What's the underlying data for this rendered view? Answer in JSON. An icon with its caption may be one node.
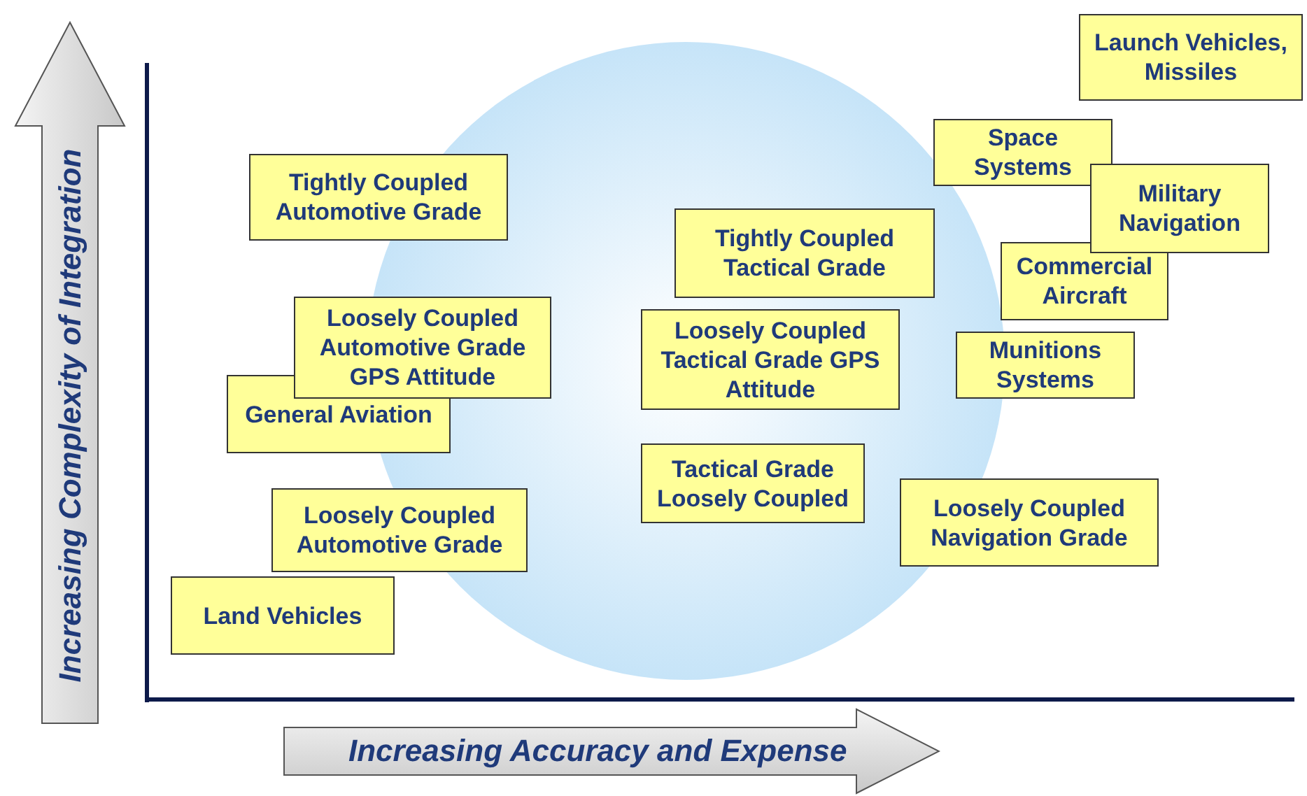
{
  "diagram": {
    "nodes": [
      {
        "text": [
          "Increasing Complexity of Integration"
        ]
      },
      {
        "text": [
          "Launch Vehicles, Missiles"
        ]
      },
      {
        "text": [
          "Space Systems"
        ]
      },
      {
        "text": [
          "Tightly Coupled Automotive Grade"
        ]
      },
      {
        "text": [
          "Military Navigation"
        ]
      },
      {
        "text": [
          "Tightly Coupled Tactical Grade"
        ]
      },
      {
        "text": [
          "Commercial Aircraft"
        ]
      },
      {
        "text": [
          "Loosely Coupled Automotive Grade GPS Attitude"
        ]
      },
      {
        "text": [
          "Loosely Coupled Tactical Grade GPS Attitude"
        ]
      },
      {
        "text": [
          "Munitions Systems"
        ]
      },
      {
        "text": [
          "General Aviation"
        ]
      },
      {
        "text": [
          "Tactical Grade Loosely Coupled"
        ]
      },
      {
        "text": [
          "Loosely Coupled Automotive Grade"
        ]
      },
      {
        "text": [
          "Loosely Coupled Navigation Grade"
        ]
      },
      {
        "text": [
          "Land Vehicles"
        ]
      },
      {
        "text": [
          "Increasing Accuracy and Expense"
        ]
      }
    ]
  }
}
